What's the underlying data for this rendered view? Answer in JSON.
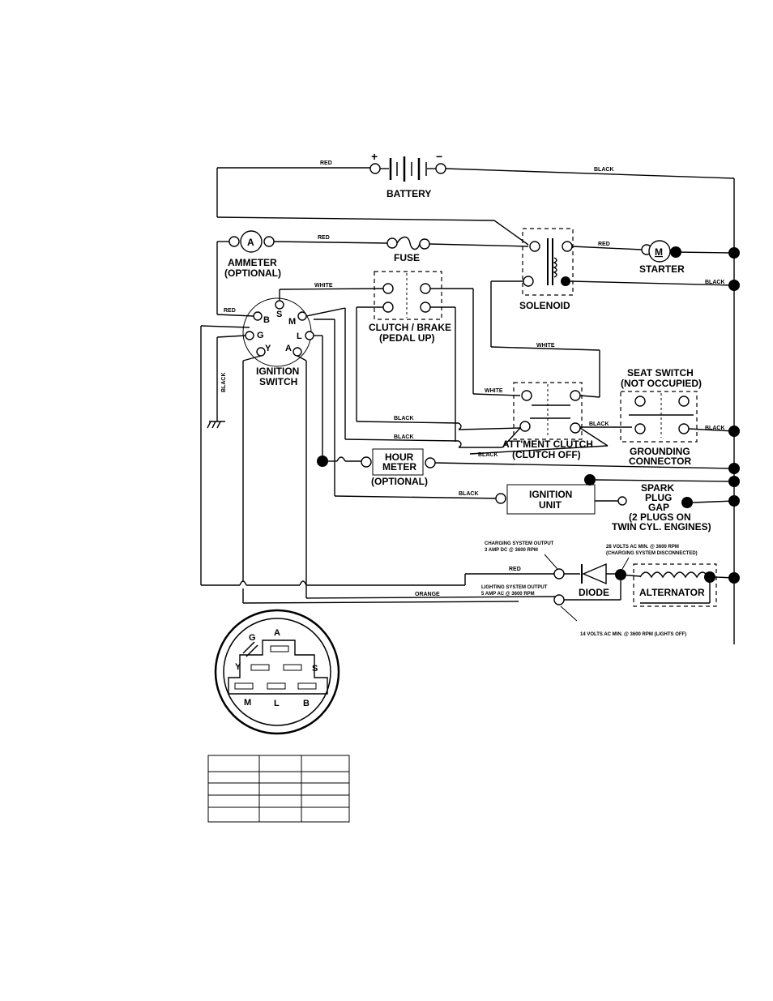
{
  "components": {
    "battery": "BATTERY",
    "battery_plus": "+",
    "battery_minus": "−",
    "ammeter": "AMMETER",
    "ammeter_opt": "(OPTIONAL)",
    "ammeter_symbol": "A",
    "fuse": "FUSE",
    "solenoid": "SOLENOID",
    "starter": "STARTER",
    "starter_symbol": "M",
    "clutch_brake": "CLUTCH / BRAKE",
    "clutch_brake_state": "(PEDAL UP)",
    "ignition_switch_1": "IGNITION",
    "ignition_switch_2": "SWITCH",
    "seat_switch": "SEAT SWITCH",
    "seat_switch_state": "(NOT OCCUPIED)",
    "grounding_1": "GROUNDING",
    "grounding_2": "CONNECTOR",
    "att_clutch": "ATT'MENT CLUTCH",
    "att_clutch_state": "(CLUTCH OFF)",
    "hour_meter_1": "HOUR",
    "hour_meter_2": "METER",
    "hour_meter_opt": "(OPTIONAL)",
    "ignition_unit_1": "IGNITION",
    "ignition_unit_2": "UNIT",
    "spark_1": "SPARK",
    "spark_2": "PLUG",
    "spark_3": "GAP",
    "spark_4": "(2 PLUGS ON",
    "spark_5": "TWIN CYL. ENGINES)",
    "diode": "DIODE",
    "alternator": "ALTERNATOR"
  },
  "wires": {
    "red": "RED",
    "black": "BLACK",
    "white": "WHITE",
    "orange": "ORANGE"
  },
  "notes": {
    "charging_1": "CHARGING SYSTEM OUTPUT",
    "charging_2": "3 AMP DC @ 3600 RPM",
    "volts28_1": "28 VOLTS AC MIN. @ 3600 RPM",
    "volts28_2": "(CHARGING SYSTEM DISCONNECTED)",
    "lighting_1": "LIGHTING SYSTEM OUTPUT",
    "lighting_2": "5 AMP AC @ 3600 RPM",
    "volts14": "14 VOLTS AC MIN. @ 3600 RPM (LIGHTS OFF)"
  },
  "switch_pins": {
    "B": "B",
    "S": "S",
    "M": "M",
    "G": "G",
    "L": "L",
    "Y": "Y",
    "A": "A"
  },
  "connector_pins": {
    "G": "G",
    "A": "A",
    "Y": "Y",
    "S": "S",
    "M": "M",
    "L": "L",
    "B": "B"
  },
  "table": {
    "rows": 5,
    "cols": 3
  }
}
